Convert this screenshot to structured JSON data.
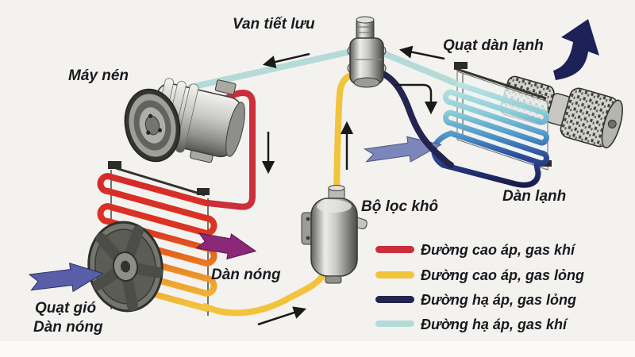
{
  "diagram": {
    "background": "#f4f2ef",
    "labels": {
      "expansion_valve": "Van tiết lưu",
      "evaporator_fan": "Quạt dàn lạnh",
      "compressor": "Máy nén",
      "evaporator": "Dàn lạnh",
      "receiver_drier": "Bộ lọc khô",
      "condenser": "Dàn nóng",
      "condenser_fan_line1": "Quạt gió",
      "condenser_fan_line2": "Dàn nóng"
    },
    "colors": {
      "high_pressure_gas": "#cc2e3a",
      "high_pressure_liquid": "#f2c33c",
      "low_pressure_liquid": "#232450",
      "low_pressure_gas": "#b4dbd8"
    }
  },
  "legend": {
    "items": [
      {
        "label": "Đường cao áp, gas khí",
        "color": "#cc2e3a"
      },
      {
        "label": "Đường cao áp, gas lỏng",
        "color": "#f2c33c"
      },
      {
        "label": "Đường hạ áp, gas lỏng",
        "color": "#232450"
      },
      {
        "label": "Đường hạ áp, gas khí",
        "color": "#b4dbd8"
      }
    ]
  }
}
